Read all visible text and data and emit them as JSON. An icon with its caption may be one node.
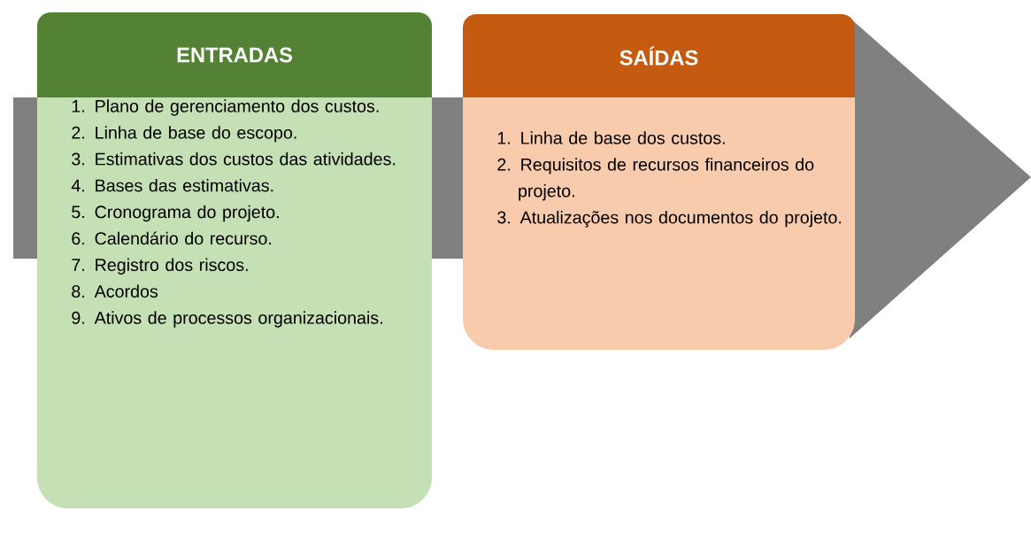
{
  "diagram": {
    "nodes": [
      {
        "text": [
          "ENTRADAS",
          "1. Plano de gerenciamento dos custos.",
          "2. Linha de base do escopo.",
          "3. Estimativas dos custos das atividades.",
          "4. Bases das estimativas.",
          "5. Cronograma do projeto.",
          "6. Calendário do recurso.",
          "7. Registro dos riscos.",
          "8. Acordos",
          "9. Ativos de processos organizacionais."
        ]
      },
      {
        "text": [
          "SAÍDAS",
          "1. Linha de base dos custos.",
          "2. Requisitos de recursos financeiros do projeto.",
          "3. Atualizações nos documentos do projeto."
        ]
      }
    ]
  }
}
